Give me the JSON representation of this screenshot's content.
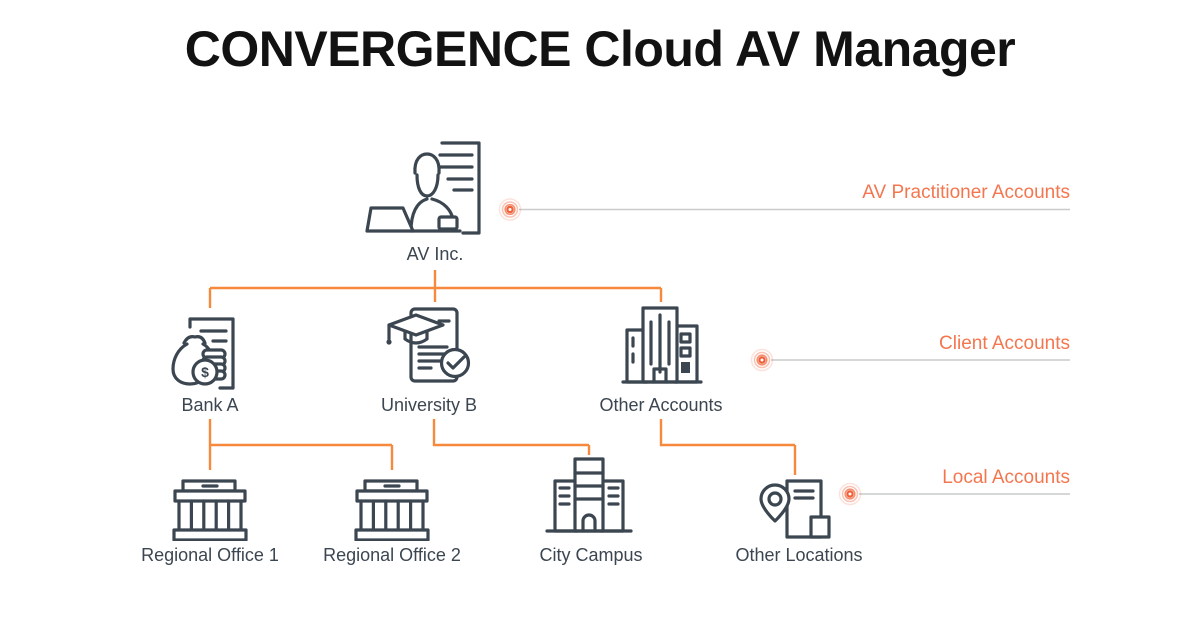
{
  "title": "CONVERGENCE Cloud AV Manager",
  "colors": {
    "connector_orange": "#F6893C",
    "annotation_orange": "#F4764F",
    "bullseye_orange": "#F15F36",
    "icon_slate": "#3B4650",
    "leader_line_gray": "#C9CBCC",
    "title_black": "#121212",
    "background": "#FFFFFF"
  },
  "tree": {
    "root": {
      "label": "AV Inc.",
      "icon": "person-laptop-icon"
    },
    "clients": [
      {
        "label": "Bank A",
        "icon": "money-bag-document-icon"
      },
      {
        "label": "University B",
        "icon": "graduation-cap-document-icon"
      },
      {
        "label": "Other Accounts",
        "icon": "city-buildings-icon"
      }
    ],
    "locals": [
      {
        "label": "Regional Office 1",
        "icon": "government-building-icon"
      },
      {
        "label": "Regional Office 2",
        "icon": "government-building-icon"
      },
      {
        "label": "City Campus",
        "icon": "campus-building-icon"
      },
      {
        "label": "Other Locations",
        "icon": "location-pin-document-icon"
      }
    ]
  },
  "annotations": [
    {
      "label": "AV Practitioner Accounts"
    },
    {
      "label": "Client Accounts"
    },
    {
      "label": "Local Accounts"
    }
  ],
  "currency_symbol": "$"
}
